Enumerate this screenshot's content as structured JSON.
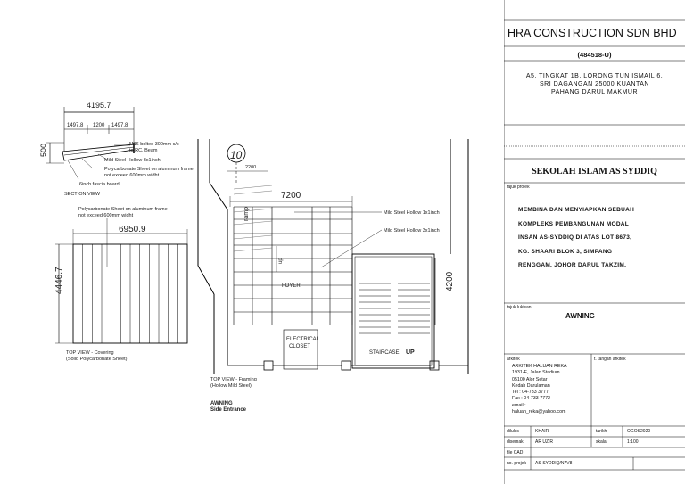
{
  "company": {
    "name": "HRA CONSTRUCTION SDN BHD",
    "reg_no": "(484518-U)",
    "address": [
      "A5, TINGKAT 1B, LORONG TUN ISMAIL 6,",
      "SRI DAGANGAN 25000 KUANTAN",
      "PAHANG DARUL MAKMUR"
    ]
  },
  "school": "SEKOLAH ISLAM AS SYDDIQ",
  "project": {
    "label": "tajuk projek",
    "lines": [
      "MEMBINA DAN MENYIAPKAN SEBUAH",
      "KOMPLEKS PEMBANGUNAN MODAL",
      "INSAN AS-SYDDIQ DI ATAS LOT 8673,",
      "KG. SHAARI BLOK 3, SIMPANG",
      "RENGGAM, JOHOR DARUL TAKZIM."
    ]
  },
  "drawing_title": {
    "label": "tajuk lukisan",
    "value": "AWNING"
  },
  "architect": {
    "label": "arkitek",
    "sign_label": "t. tangan arkitek",
    "lines": [
      "ARKITEK HALUAN REKA",
      "1931-E, Jalan Stadium",
      "05100 Alor Setar",
      "Kedah Darulaman",
      "Tel : 04-733 3777",
      "Fax : 04-733 7772",
      "email :",
      "haluan_reka@yahoo.com"
    ]
  },
  "info": {
    "dilukis_label": "dilukis",
    "dilukis": "KHAIR",
    "tarikh_label": "tarikh",
    "tarikh": "OGOS2020",
    "disemak_label": "disemak",
    "disemak": "AR UZIR",
    "skala_label": "skala",
    "skala": "1:100",
    "cad_label": "file CAD",
    "cad": "",
    "noprojek_label": "no. projek",
    "noprojek": "AS-SYDDIQ/N7V8"
  },
  "section": {
    "dim_total": "4195.7",
    "dim_a": "1497.8",
    "dim_b": "1200",
    "dim_c": "1497.8",
    "height": "500",
    "note1": "M16 bolted 300mm c/c",
    "note1b": "to RC. Beam",
    "note2": "Mild Steel Hollow 3x1inch",
    "note3": "Polycarbonate Sheet on aluminum frame",
    "note3b": "not exceed 600mm widht",
    "note4": "6inch fascia board",
    "caption": "SECTION VIEW"
  },
  "top_covering": {
    "note": "Polycarbonate Sheet on aluminum frame",
    "noteb": "not exceed 600mm widht",
    "width": "6950.9",
    "height": "4446.7",
    "caption": "TOP VIEW - Covering",
    "caption2": "(Solid Polycarbonate Sheet)"
  },
  "plan": {
    "grid": "10",
    "dim_small": "2200",
    "dim_width": "7200",
    "dim_depth": "4200",
    "note1": "Mild Steel Hollow 1x1inch",
    "note2": "Mild Steel Hollow 3x1inch",
    "ramp": "ramp",
    "up1": "up",
    "foyer": "FOYER",
    "electrical": "ELECTRICAL",
    "electrical2": "CLOSET",
    "staircase": "STAIRCASE",
    "up2": "UP",
    "caption": "TOP VIEW - Framing",
    "caption2": "(Hollow Mild Steel)",
    "title": "AWNING",
    "title2": "Side Entrance"
  }
}
